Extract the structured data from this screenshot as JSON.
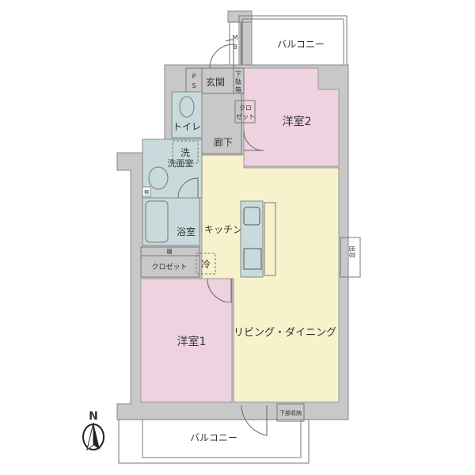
{
  "colors": {
    "western_room": "#eed2df",
    "ldk": "#f7f2cc",
    "wet_area": "#c9dadc",
    "wall": "#c8c8c8",
    "floor_white": "#ffffff"
  },
  "rooms": {
    "balcony_north": "バルコニー",
    "mb": "M\nB",
    "mb_m": "M",
    "mb_b": "B",
    "ps_p": "P",
    "ps_s": "S",
    "entrance": "玄関",
    "shoe_box_1": "下",
    "shoe_box_2": "駄",
    "shoe_box_3": "箱",
    "closet_small_1": "クロ",
    "closet_small_2": "ゼット",
    "western_room_2": "洋室2",
    "toilet": "トイレ",
    "washer": "洗",
    "washroom": "洗面室",
    "hallway": "廊下",
    "shelf_wash": "棚",
    "bathroom": "浴室",
    "kitchen": "キッチン",
    "shelf": "棚",
    "closet": "クロゼット",
    "fridge": "冷",
    "bay_window": "出窓",
    "western_room_1": "洋室1",
    "living_dining": "リビング・ダイニング",
    "under_storage": "下部収納",
    "balcony_south": "バルコニー"
  },
  "compass": {
    "label": "N",
    "icon": "north-arrow-icon"
  }
}
